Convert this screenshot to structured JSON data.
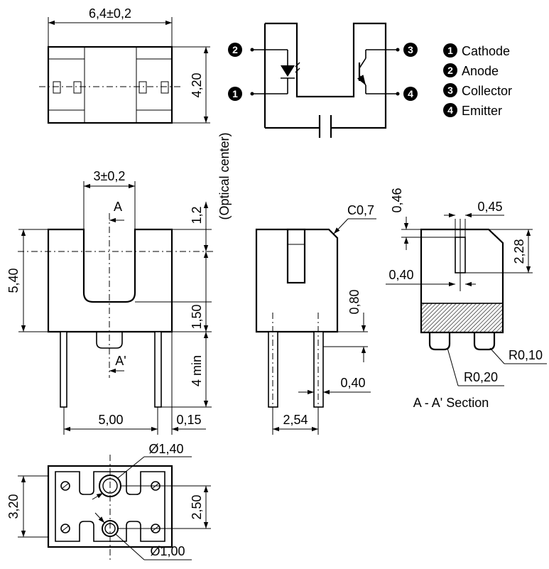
{
  "colors": {
    "line": "#000000",
    "background": "#ffffff",
    "hatch": "#000000"
  },
  "top_view": {
    "width_dim": "6,4±0,2",
    "height_dim": "4,20",
    "optical_center_note": "(Optical center)"
  },
  "circuit": {
    "pin_marks": [
      "1",
      "2",
      "3",
      "4"
    ],
    "legend": [
      {
        "num": "1",
        "label": "Cathode"
      },
      {
        "num": "2",
        "label": "Anode"
      },
      {
        "num": "3",
        "label": "Collector"
      },
      {
        "num": "4",
        "label": "Emitter"
      }
    ]
  },
  "front_view": {
    "slot_width": "3±0,2",
    "section_mark_top": "A",
    "section_mark_bottom": "A'",
    "dim_top": "1,2",
    "dim_height": "5,40",
    "dim_slot_bottom": "1,50",
    "dim_lead": "4 min",
    "dim_pitch": "5,00",
    "dim_lead_offset": "0,15"
  },
  "side_view": {
    "chamfer": "C0,7",
    "dim_window": "0,80",
    "dim_lead_width": "0,40",
    "dim_pitch": "2,54"
  },
  "section_view": {
    "dim_046": "0,46",
    "dim_045": "0,45",
    "dim_228": "2,28",
    "dim_040": "0,40",
    "radius_outer": "R0,10",
    "radius_inner": "R0,20",
    "caption": "A - A' Section"
  },
  "bottom_view": {
    "dim_width": "3,20",
    "dim_spacing": "2,50",
    "hole_large": "Ø1,40",
    "hole_small": "Ø1,00"
  }
}
